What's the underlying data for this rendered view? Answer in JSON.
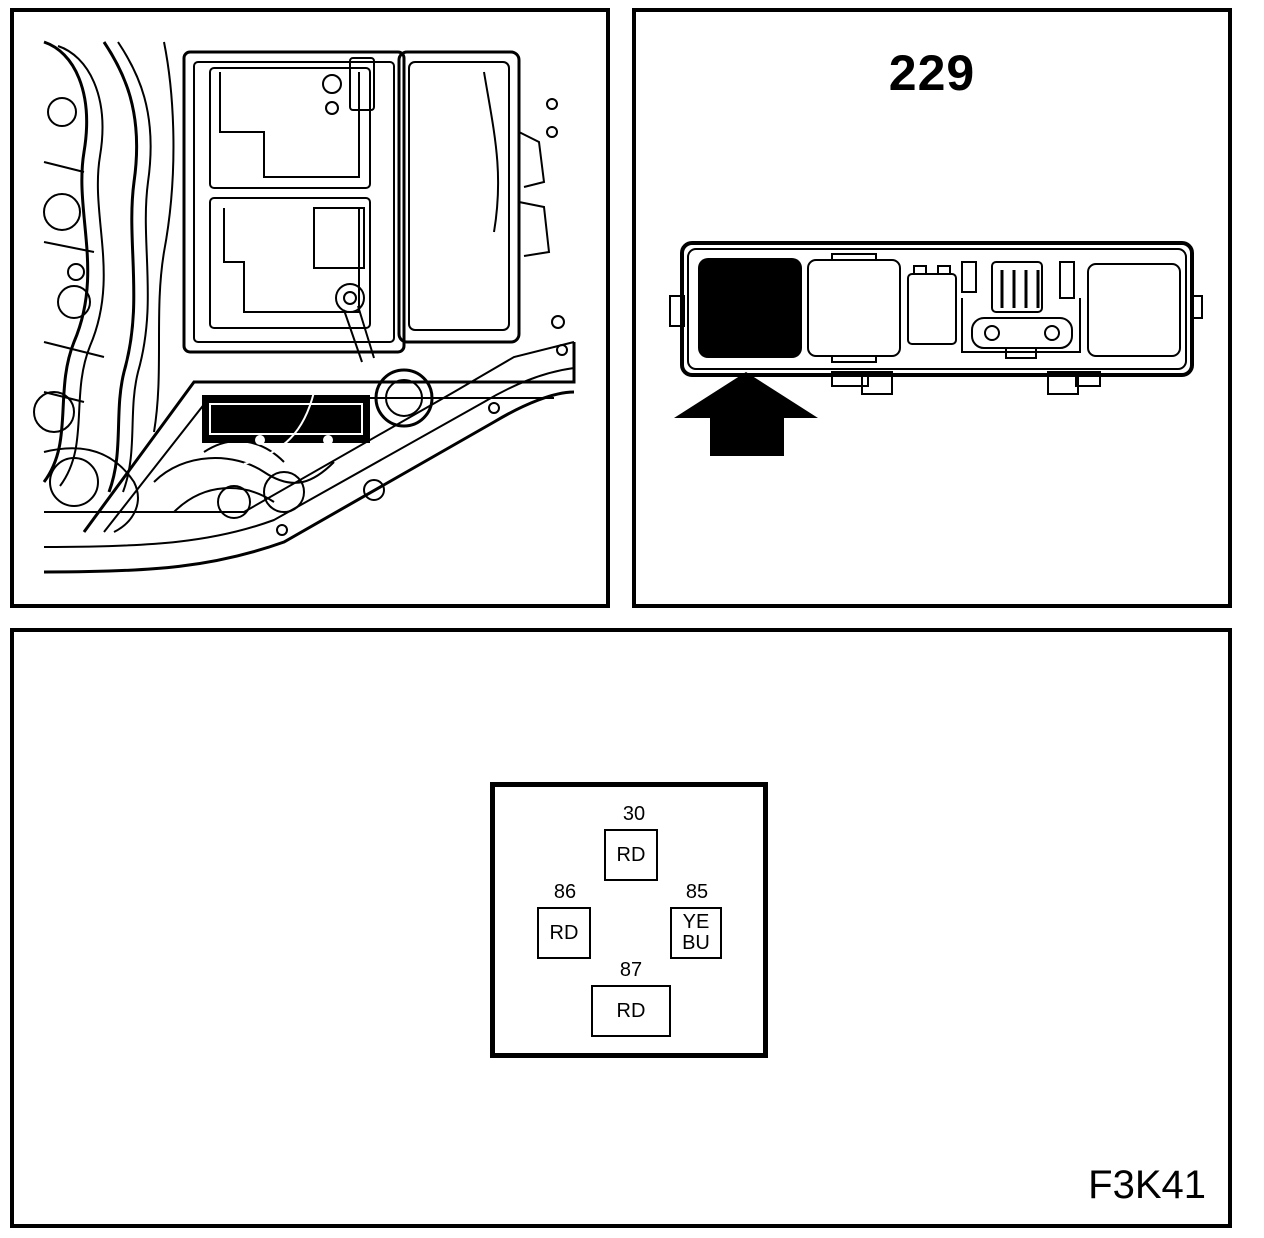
{
  "relay_location": {
    "number": "229"
  },
  "pinout": {
    "diagram_code": "F3K41",
    "pins": [
      {
        "number": "30",
        "color": "RD"
      },
      {
        "number": "86",
        "color": "RD"
      },
      {
        "number": "85",
        "color": "YE\nBU"
      },
      {
        "number": "87",
        "color": "RD"
      }
    ]
  }
}
